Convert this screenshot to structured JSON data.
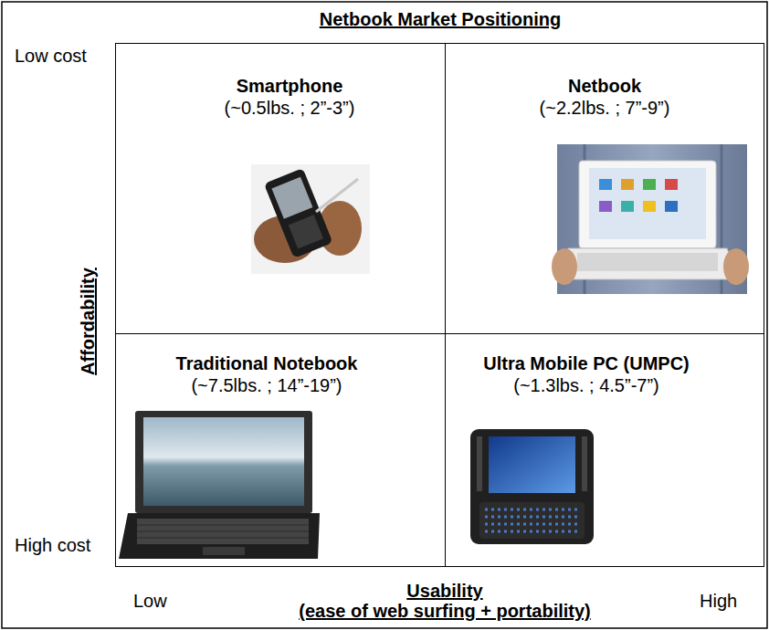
{
  "diagram": {
    "title": "Netbook Market Positioning",
    "nodes": [
      {
        "text": [
          "Smartphone",
          "(~0.5lbs. ; 2”-3”)"
        ]
      },
      {
        "text": [
          "Netbook",
          "(~2.2lbs. ; 7”-9”)"
        ]
      },
      {
        "text": [
          "Traditional Notebook",
          "(~7.5lbs. ; 14”-19”)"
        ]
      },
      {
        "text": [
          "Ultra Mobile PC (UMPC)",
          "(~1.3lbs. ; 4.5”-7”)"
        ]
      }
    ],
    "labels": [
      "Low cost",
      "Affordability",
      "High cost",
      "Low",
      "Usability",
      "(ease of web surfing + portability)",
      "High"
    ]
  }
}
